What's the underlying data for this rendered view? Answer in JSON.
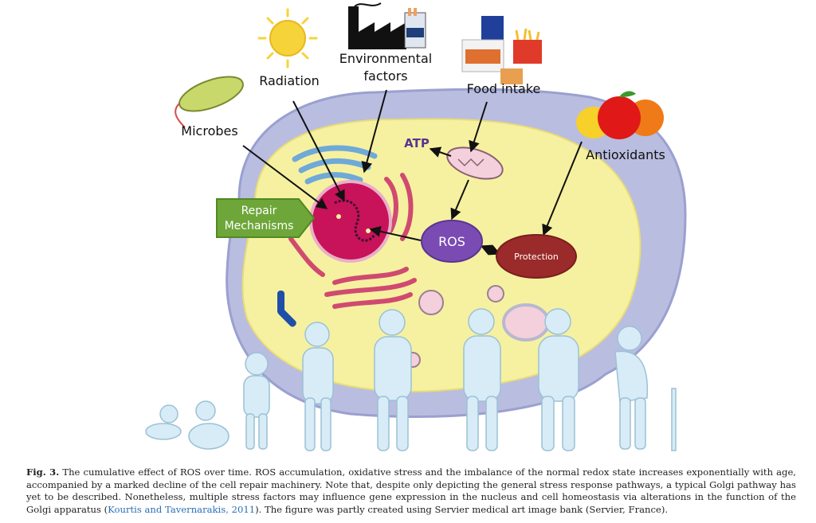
{
  "labels": {
    "microbes": "Microbes",
    "radiation": "Radiation",
    "environmental_line1": "Environmental",
    "environmental_line2": "factors",
    "food_intake": "Food intake",
    "antioxidants": "Antioxidants",
    "atp": "ATP",
    "ros": "ROS",
    "protection": "Protection",
    "repair_line1": "Repair",
    "repair_line2": "Mechanisms"
  },
  "colors": {
    "cytoplasm": "#f6f1a0",
    "membrane": "#b9bde0",
    "nucleus": "#c8125a",
    "ros": "#7b4bb4",
    "protection": "#9b2a2a",
    "repair": "#6ea63a",
    "silhouette": "#d7ecf6",
    "link": "#2a6fb5"
  },
  "caption": {
    "fig_label": "Fig. 3.",
    "text_before_link": " The cumulative effect of ROS over time. ROS accumulation, oxidative stress and the imbalance of the normal redox state increases exponentially with age, accompanied by a marked decline of the cell repair machinery. Note that, despite only depicting the general stress response pathways, a typical Golgi pathway has yet to be described. Nonetheless, multiple stress factors may influence gene expression in the nucleus and cell homeostasis via alterations in the function of the Golgi apparatus (",
    "link_text": "Kourtis and Tavernarakis, 2011",
    "text_after_link": "). The figure was partly created using Servier medical art image bank (Servier, France)."
  }
}
